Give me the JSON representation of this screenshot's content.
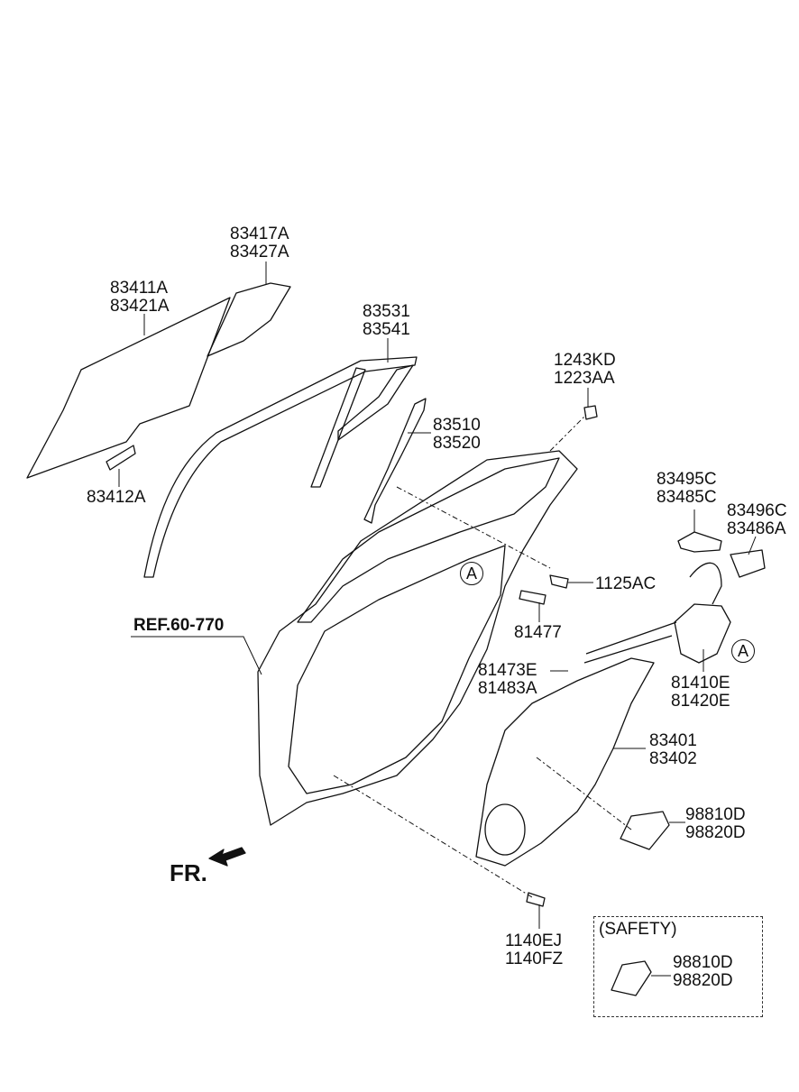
{
  "labels": {
    "glass_rear_quarter": [
      "83417A",
      "83427A"
    ],
    "glass_main": [
      "83411A",
      "83421A"
    ],
    "glass_channel": [
      "83531",
      "83541"
    ],
    "glass_run_mid": [
      "83510",
      "83520"
    ],
    "bolt_top": [
      "1243KD",
      "1223AA"
    ],
    "glass_clip": [
      "83412A"
    ],
    "handle_inner": [
      "83495C",
      "83485C"
    ],
    "handle_cable": [
      "83496C",
      "83486A"
    ],
    "screw_1125": [
      "1125AC"
    ],
    "striker_bolt": [
      "81477"
    ],
    "latch_cable": [
      "81473E",
      "81483A"
    ],
    "latch": [
      "81410E",
      "81420E"
    ],
    "regulator": [
      "83401",
      "83402"
    ],
    "motor": [
      "98810D",
      "98820D"
    ],
    "bolt_bottom": [
      "1140EJ",
      "1140FZ"
    ],
    "motor_safety": [
      "98810D",
      "98820D"
    ]
  },
  "ref": "REF.60-770",
  "front_label": "FR.",
  "callout_a": "A",
  "safety_title": "(SAFETY)"
}
